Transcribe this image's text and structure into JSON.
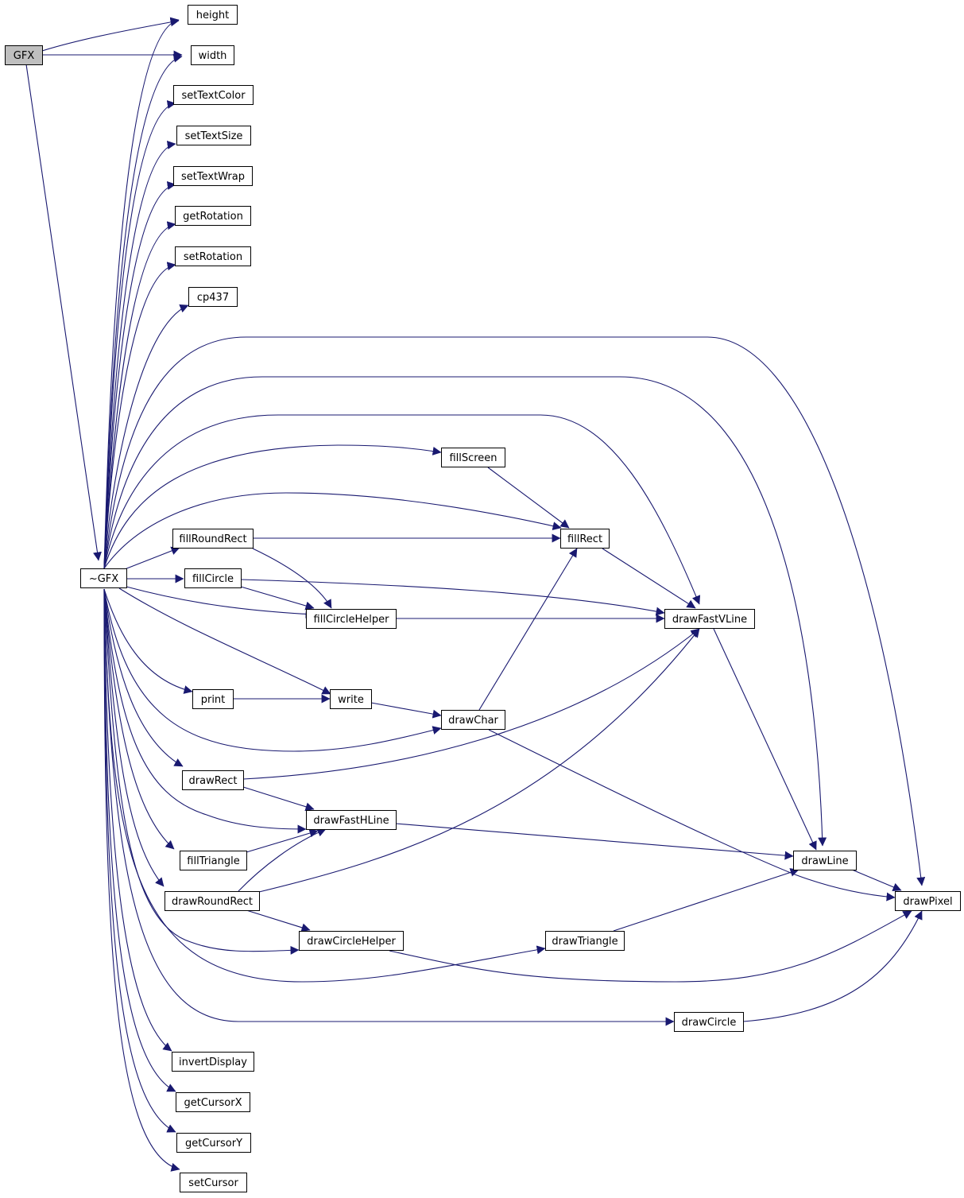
{
  "nodes": [
    {
      "id": "GFX",
      "label": "GFX",
      "root": true
    },
    {
      "id": "height",
      "label": "height"
    },
    {
      "id": "width",
      "label": "width"
    },
    {
      "id": "setTextColor",
      "label": "setTextColor"
    },
    {
      "id": "setTextSize",
      "label": "setTextSize"
    },
    {
      "id": "setTextWrap",
      "label": "setTextWrap"
    },
    {
      "id": "getRotation",
      "label": "getRotation"
    },
    {
      "id": "setRotation",
      "label": "setRotation"
    },
    {
      "id": "cp437",
      "label": "cp437"
    },
    {
      "id": "dtor",
      "label": "~GFX"
    },
    {
      "id": "fillScreen",
      "label": "fillScreen"
    },
    {
      "id": "fillRoundRect",
      "label": "fillRoundRect"
    },
    {
      "id": "fillRect",
      "label": "fillRect"
    },
    {
      "id": "fillCircle",
      "label": "fillCircle"
    },
    {
      "id": "fillCircleHelper",
      "label": "fillCircleHelper"
    },
    {
      "id": "drawFastVLine",
      "label": "drawFastVLine"
    },
    {
      "id": "print",
      "label": "print"
    },
    {
      "id": "write",
      "label": "write"
    },
    {
      "id": "drawChar",
      "label": "drawChar"
    },
    {
      "id": "drawRect",
      "label": "drawRect"
    },
    {
      "id": "drawFastHLine",
      "label": "drawFastHLine"
    },
    {
      "id": "fillTriangle",
      "label": "fillTriangle"
    },
    {
      "id": "drawLine",
      "label": "drawLine"
    },
    {
      "id": "drawRoundRect",
      "label": "drawRoundRect"
    },
    {
      "id": "drawPixel",
      "label": "drawPixel"
    },
    {
      "id": "drawCircleHelper",
      "label": "drawCircleHelper"
    },
    {
      "id": "drawTriangle",
      "label": "drawTriangle"
    },
    {
      "id": "drawCircle",
      "label": "drawCircle"
    },
    {
      "id": "invertDisplay",
      "label": "invertDisplay"
    },
    {
      "id": "getCursorX",
      "label": "getCursorX"
    },
    {
      "id": "getCursorY",
      "label": "getCursorY"
    },
    {
      "id": "setCursor",
      "label": "setCursor"
    }
  ],
  "edges": [
    {
      "from": "GFX",
      "to": "height"
    },
    {
      "from": "GFX",
      "to": "width"
    },
    {
      "from": "GFX",
      "to": "dtor"
    },
    {
      "from": "dtor",
      "to": "height"
    },
    {
      "from": "dtor",
      "to": "width"
    },
    {
      "from": "dtor",
      "to": "setTextColor"
    },
    {
      "from": "dtor",
      "to": "setTextSize"
    },
    {
      "from": "dtor",
      "to": "setTextWrap"
    },
    {
      "from": "dtor",
      "to": "getRotation"
    },
    {
      "from": "dtor",
      "to": "setRotation"
    },
    {
      "from": "dtor",
      "to": "cp437"
    },
    {
      "from": "dtor",
      "to": "drawPixel"
    },
    {
      "from": "dtor",
      "to": "drawLine"
    },
    {
      "from": "dtor",
      "to": "drawFastVLine"
    },
    {
      "from": "dtor",
      "to": "fillScreen"
    },
    {
      "from": "dtor",
      "to": "fillRect"
    },
    {
      "from": "dtor",
      "to": "fillRoundRect"
    },
    {
      "from": "dtor",
      "to": "fillCircle"
    },
    {
      "from": "dtor",
      "to": "fillCircleHelper"
    },
    {
      "from": "dtor",
      "to": "write"
    },
    {
      "from": "dtor",
      "to": "print"
    },
    {
      "from": "dtor",
      "to": "drawChar"
    },
    {
      "from": "dtor",
      "to": "drawRect"
    },
    {
      "from": "dtor",
      "to": "drawFastHLine"
    },
    {
      "from": "dtor",
      "to": "fillTriangle"
    },
    {
      "from": "dtor",
      "to": "drawRoundRect"
    },
    {
      "from": "dtor",
      "to": "drawCircleHelper"
    },
    {
      "from": "dtor",
      "to": "drawTriangle"
    },
    {
      "from": "dtor",
      "to": "drawCircle"
    },
    {
      "from": "dtor",
      "to": "invertDisplay"
    },
    {
      "from": "dtor",
      "to": "getCursorX"
    },
    {
      "from": "dtor",
      "to": "getCursorY"
    },
    {
      "from": "dtor",
      "to": "setCursor"
    },
    {
      "from": "fillScreen",
      "to": "fillRect"
    },
    {
      "from": "fillRoundRect",
      "to": "fillRect"
    },
    {
      "from": "fillRoundRect",
      "to": "fillCircleHelper"
    },
    {
      "from": "fillRect",
      "to": "drawFastVLine"
    },
    {
      "from": "fillCircle",
      "to": "drawFastVLine"
    },
    {
      "from": "fillCircle",
      "to": "fillCircleHelper"
    },
    {
      "from": "fillCircleHelper",
      "to": "drawFastVLine"
    },
    {
      "from": "drawFastVLine",
      "to": "drawLine"
    },
    {
      "from": "print",
      "to": "write"
    },
    {
      "from": "write",
      "to": "drawChar"
    },
    {
      "from": "drawChar",
      "to": "fillRect"
    },
    {
      "from": "drawChar",
      "to": "drawPixel"
    },
    {
      "from": "drawRect",
      "to": "drawFastVLine"
    },
    {
      "from": "drawRect",
      "to": "drawFastHLine"
    },
    {
      "from": "drawFastHLine",
      "to": "drawLine"
    },
    {
      "from": "fillTriangle",
      "to": "drawFastHLine"
    },
    {
      "from": "drawRoundRect",
      "to": "drawFastHLine"
    },
    {
      "from": "drawRoundRect",
      "to": "drawFastVLine"
    },
    {
      "from": "drawRoundRect",
      "to": "drawCircleHelper"
    },
    {
      "from": "drawLine",
      "to": "drawPixel"
    },
    {
      "from": "drawCircleHelper",
      "to": "drawPixel"
    },
    {
      "from": "drawTriangle",
      "to": "drawLine"
    },
    {
      "from": "drawCircle",
      "to": "drawPixel"
    }
  ]
}
